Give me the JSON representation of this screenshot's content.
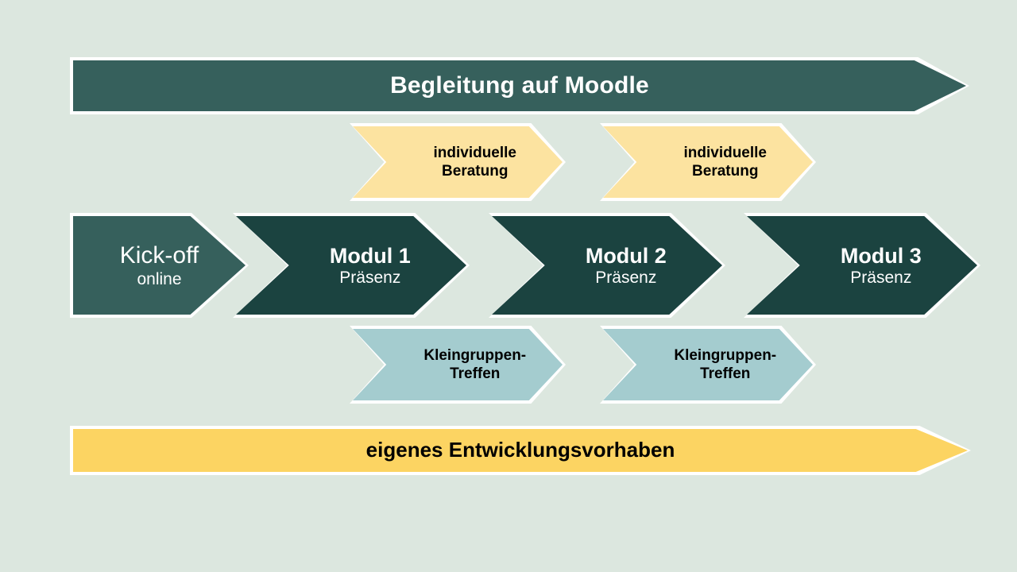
{
  "diagram": {
    "title_text": "Begleitung auf Moodle",
    "background_color": "#dce7df",
    "outline_color": "#ffffff",
    "top_banner": {
      "label": "Begleitung auf Moodle",
      "color": "#36605c",
      "text_color": "#ffffff"
    },
    "bottom_banner": {
      "label": "eigenes Entwicklungsvorhaben",
      "color": "#fcd462",
      "text_color": "#000000"
    },
    "consultation_row": {
      "color": "#fce3a0",
      "text_color": "#000000",
      "items": [
        {
          "line1": "individuelle",
          "line2": "Beratung"
        },
        {
          "line1": "individuelle",
          "line2": "Beratung"
        }
      ]
    },
    "smallgroup_row": {
      "color": "#a4cccf",
      "text_color": "#000000",
      "items": [
        {
          "line1": "Kleingruppen-",
          "line2": "Treffen"
        },
        {
          "line1": "Kleingruppen-",
          "line2": "Treffen"
        }
      ]
    },
    "main_row": {
      "items": [
        {
          "title": "Kick-off",
          "subtitle": "online",
          "color": "#36605c",
          "text_color": "#ffffff",
          "shape": "pentagon"
        },
        {
          "title": "Modul 1",
          "subtitle": "Präsenz",
          "color": "#1b4340",
          "text_color": "#ffffff",
          "shape": "chevron"
        },
        {
          "title": "Modul 2",
          "subtitle": "Präsenz",
          "color": "#1b4340",
          "text_color": "#ffffff",
          "shape": "chevron"
        },
        {
          "title": "Modul 3",
          "subtitle": "Präsenz",
          "color": "#1b4340",
          "text_color": "#ffffff",
          "shape": "chevron"
        }
      ]
    }
  }
}
